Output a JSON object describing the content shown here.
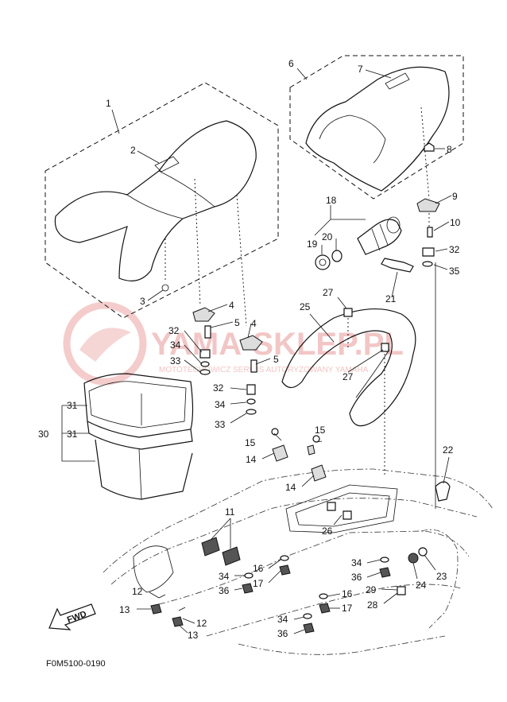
{
  "watermark": {
    "brand": "YAMA-SKLEP.PL",
    "tagline": "MOTOTECHOWICZ SERWIS AUTORYZOWANY YAMAHA"
  },
  "figure_code": "F0M5100-0190",
  "fwd_label": "FWD",
  "callouts": {
    "c1": "1",
    "c2": "2",
    "c3": "3",
    "c4a": "4",
    "c4b": "4",
    "c5a": "5",
    "c5b": "5",
    "c6": "6",
    "c7": "7",
    "c8": "8",
    "c9": "9",
    "c10": "10",
    "c11": "11",
    "c12a": "12",
    "c12b": "12",
    "c13a": "13",
    "c13b": "13",
    "c14a": "14",
    "c14b": "14",
    "c15a": "15",
    "c15b": "15",
    "c16a": "16",
    "c16b": "16",
    "c17a": "17",
    "c17b": "17",
    "c18": "18",
    "c19": "19",
    "c20": "20",
    "c21": "21",
    "c22": "22",
    "c23": "23",
    "c24": "24",
    "c25": "25",
    "c26": "26",
    "c27a": "27",
    "c27b": "27",
    "c28": "28",
    "c29": "29",
    "c30": "30",
    "c31a": "31",
    "c31b": "31",
    "c32a": "32",
    "c32b": "32",
    "c32c": "32",
    "c33a": "33",
    "c33b": "33",
    "c34a": "34",
    "c34b": "34",
    "c34c": "34",
    "c34d": "34",
    "c34e": "34",
    "c35": "35",
    "c36a": "36",
    "c36b": "36",
    "c36c": "36"
  }
}
